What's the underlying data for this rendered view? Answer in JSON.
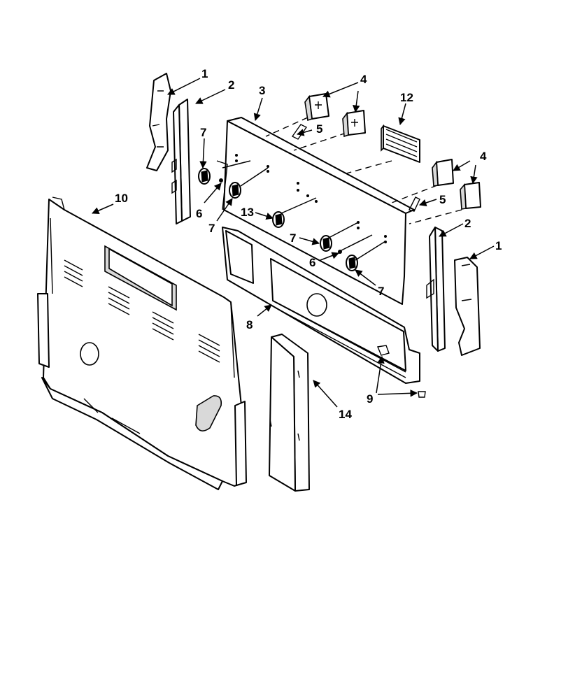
{
  "diagram": {
    "callouts": {
      "side_trim_left": "1",
      "bracket_left": "2",
      "control_panel": "3",
      "switch_top_left": "4",
      "clip_top": "5",
      "knob_top_left": "7",
      "spring_left": "6",
      "knob_mid_left": "7",
      "rear_panel": "10",
      "timer": "12",
      "knob_center": "13",
      "switch_right": "4",
      "clip_right": "5",
      "bracket_right": "2",
      "side_trim_right": "1",
      "knob_mid_right": "7",
      "spring_right": "6",
      "knob_bottom_right": "7",
      "manifold_panel": "8",
      "screws": "9",
      "shield": "14"
    }
  }
}
